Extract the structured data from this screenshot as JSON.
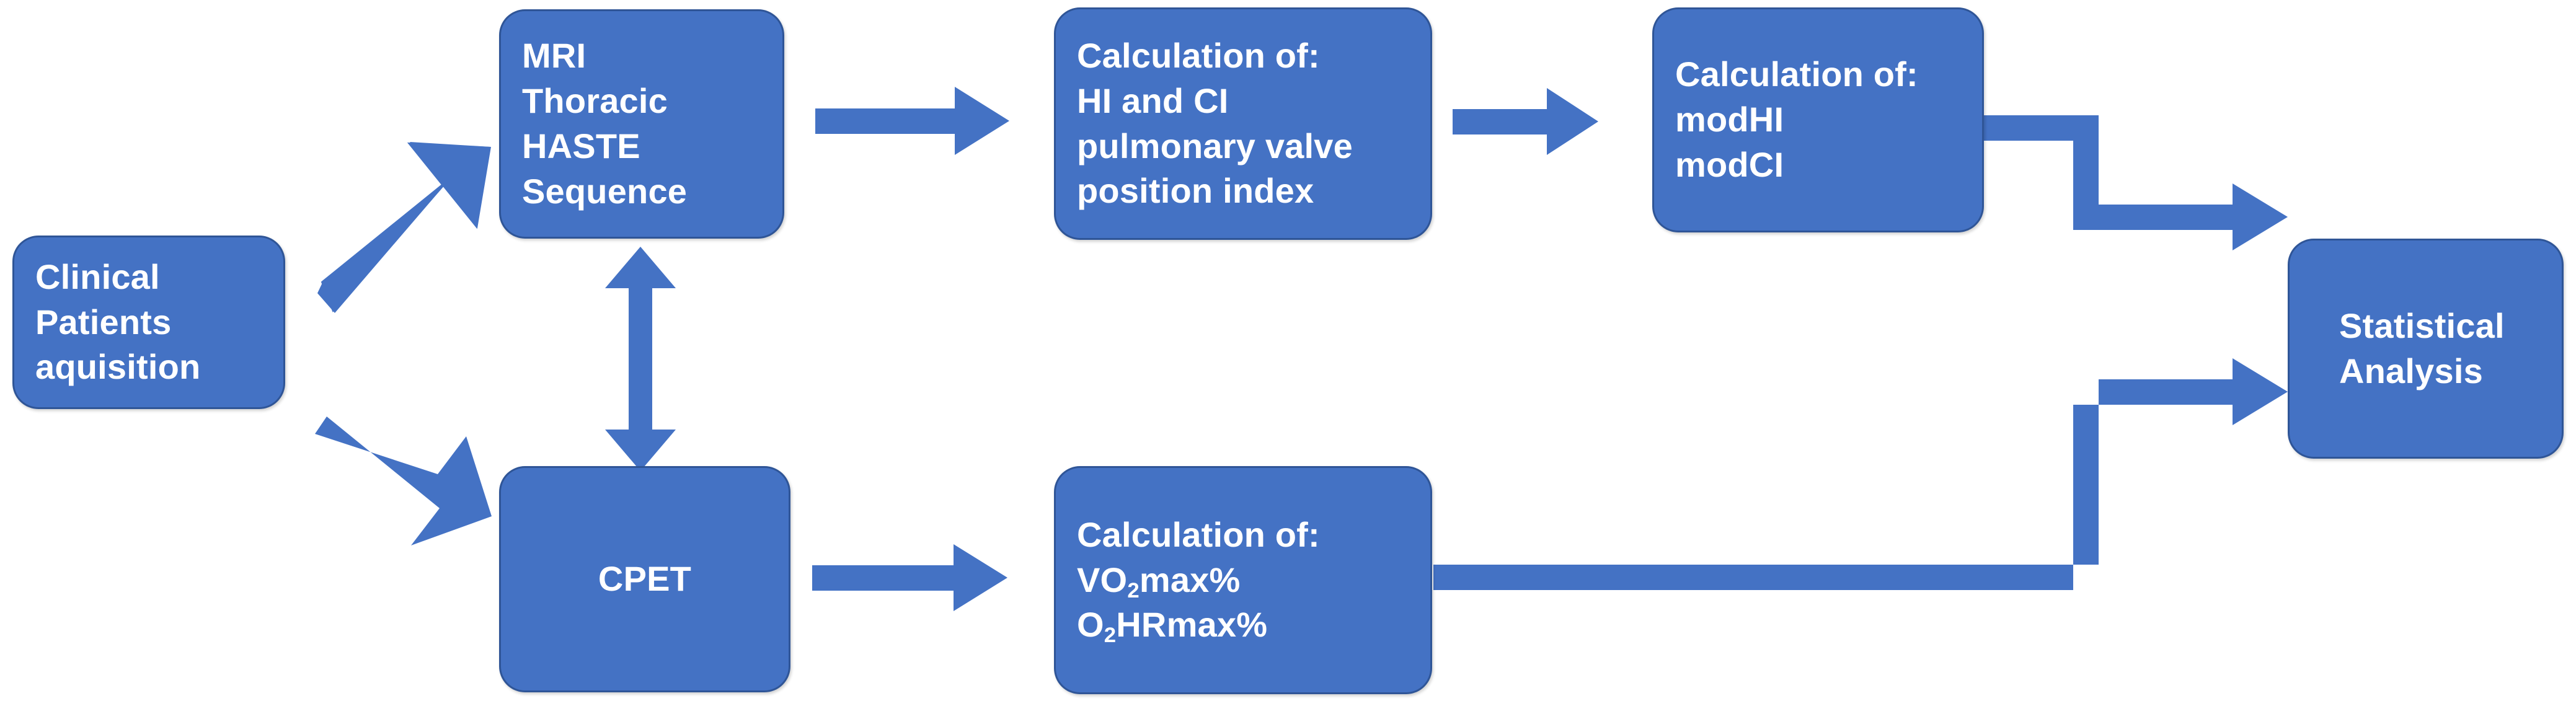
{
  "diagram": {
    "title": "Clinical study workflow flowchart",
    "type": "flowchart",
    "colors": {
      "node_fill": "#4472C4",
      "node_border": "#2F5597",
      "node_text": "#FFFFFF",
      "connector": "#4472C4",
      "background": "#FFFFFF"
    },
    "nodes": [
      {
        "id": "clinical-patients",
        "name": "clinical-patients-acquisition",
        "align": "left",
        "lines": [
          "Clinical",
          "Patients",
          "aquisition"
        ]
      },
      {
        "id": "mri",
        "name": "mri-thoracic-haste-sequence",
        "align": "left",
        "lines": [
          "MRI",
          "Thoracic",
          "HASTE",
          "Sequence"
        ]
      },
      {
        "id": "calc-hi-ci",
        "name": "calculation-hi-ci",
        "align": "left",
        "lines": [
          "Calculation of:",
          "HI and CI",
          "pulmonary valve",
          "position index"
        ]
      },
      {
        "id": "calc-mod",
        "name": "calculation-modhi-modci",
        "align": "left",
        "lines": [
          "Calculation of:",
          "modHI",
          "modCI"
        ]
      },
      {
        "id": "statistical-analysis",
        "name": "statistical-analysis",
        "align": "left",
        "lines": [
          "Statistical",
          "Analysis"
        ]
      },
      {
        "id": "cpet",
        "name": "cpet",
        "align": "center",
        "lines": [
          "CPET"
        ]
      },
      {
        "id": "calc-vo2",
        "name": "calculation-vo2max-o2hrmax",
        "align": "left",
        "lines": [
          "Calculation of:",
          "VO₂max%",
          "O₂HRmax%"
        ]
      }
    ],
    "connectors": [
      {
        "id": "clinical-to-mri",
        "name": "arrow-clinical-to-mri",
        "kind": "diagonal-arrow-up-right"
      },
      {
        "id": "clinical-to-cpet",
        "name": "arrow-clinical-to-cpet",
        "kind": "diagonal-arrow-down-right"
      },
      {
        "id": "mri-to-calc-hi-ci",
        "name": "arrow-mri-to-calculation-hi-ci",
        "kind": "straight-arrow-right"
      },
      {
        "id": "calc-hi-ci-to-mod",
        "name": "arrow-calculation-hi-ci-to-modhi",
        "kind": "straight-arrow-right"
      },
      {
        "id": "mri-cpet-link",
        "name": "double-arrow-mri-cpet",
        "kind": "double-headed-arrow-vertical"
      },
      {
        "id": "cpet-to-calc-vo2",
        "name": "arrow-cpet-to-calculation-vo2max",
        "kind": "straight-arrow-right"
      },
      {
        "id": "mod-to-stats",
        "name": "elbow-arrow-modhi-to-statistical-analysis",
        "kind": "elbow-arrow-down-right"
      },
      {
        "id": "vo2-to-stats",
        "name": "elbow-arrow-vo2max-to-statistical-analysis",
        "kind": "elbow-arrow-up-right"
      }
    ]
  }
}
